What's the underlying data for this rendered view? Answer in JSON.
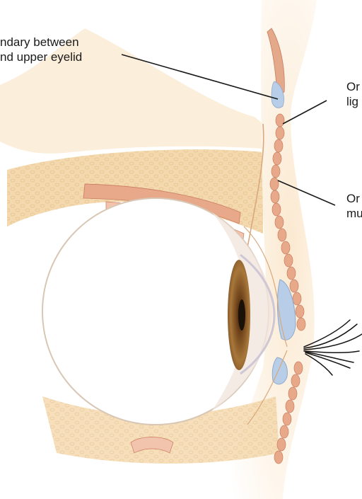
{
  "labels": {
    "boundary_line1": "ndary between",
    "boundary_line2": "nd upper eyelid",
    "ligament_line1": "Or",
    "ligament_line2": "lig",
    "muscle_line1": "Or",
    "muscle_line2": "mu"
  },
  "colors": {
    "skin": "#fbe9d0",
    "fat": "#f4d9ae",
    "fat_dots": "#e8c489",
    "septum": "#d9a87c",
    "muscle": "#e7a98a",
    "muscle_dark": "#c97b5f",
    "conjunctiva_blue": "#b7cde8",
    "eyeball": "#ffffff",
    "iris": "#8a5a2a",
    "pupil": "#1a1108",
    "leader_line": "#1a1a1a",
    "lashes": "#141414"
  }
}
